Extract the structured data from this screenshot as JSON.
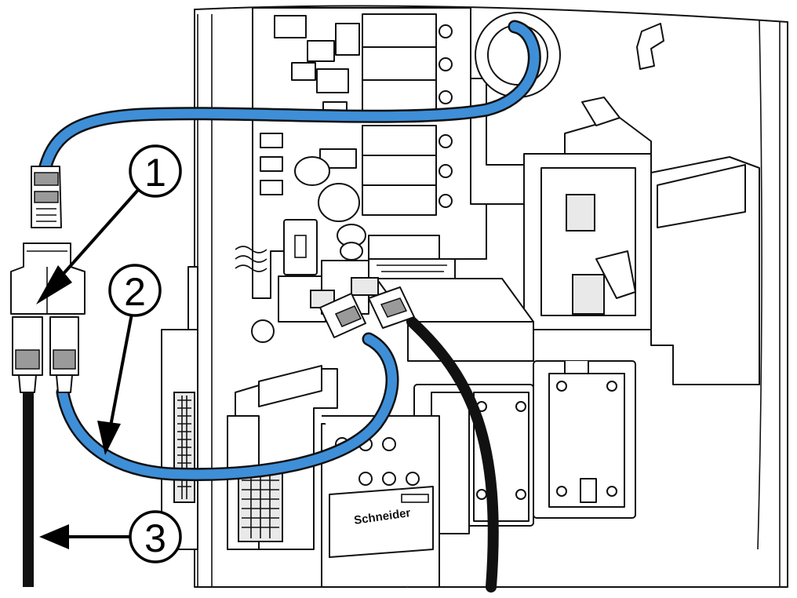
{
  "callouts": [
    {
      "id": "1",
      "label": "1"
    },
    {
      "id": "2",
      "label": "2"
    },
    {
      "id": "3",
      "label": "3"
    }
  ],
  "device_labels": {
    "contactor_brand": "Schneider"
  },
  "colors": {
    "cable_blue": "#3e8fd8",
    "cable_black": "#111111",
    "line": "#111111",
    "background": "#ffffff"
  }
}
